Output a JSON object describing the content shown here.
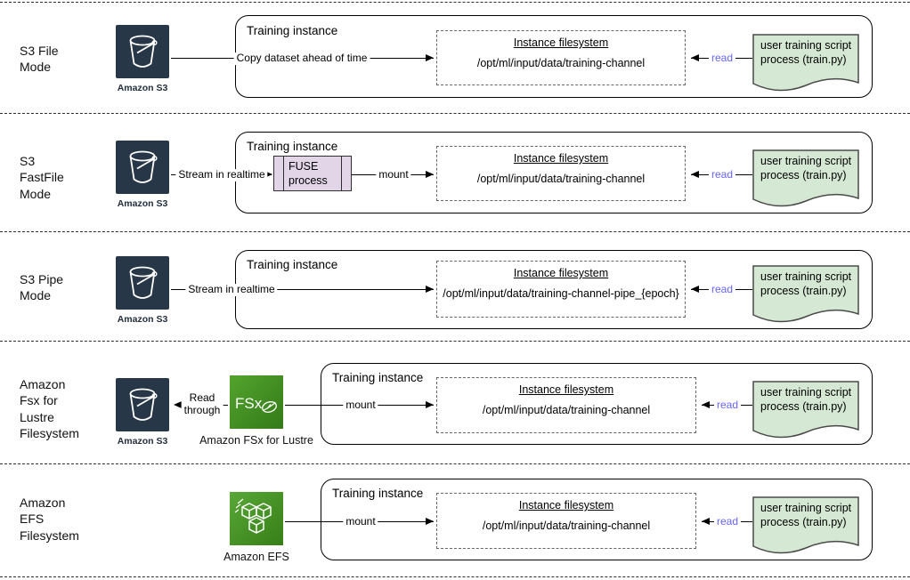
{
  "colors": {
    "read_label": "#6666FF",
    "document_fill": "#D5E8D4",
    "fuse_fill": "#E1D5E7",
    "s3_icon_bg": "#283747",
    "aws_green_light": "#53A42E",
    "aws_green_dark": "#337A18"
  },
  "shared": {
    "training_instance": "Training instance",
    "filesystem_title": "Instance filesystem",
    "read": "read",
    "script": "user training script\nprocess (train.py)",
    "s3_caption": "Amazon S3",
    "mount": "mount"
  },
  "rows": [
    {
      "label": "S3 File\nMode",
      "flow": "Copy dataset ahead of time",
      "path": "/opt/ml/input/data/training-channel"
    },
    {
      "label": "S3\nFastFile\nMode",
      "flow": "Stream in realtime",
      "fuse": "FUSE\nprocess",
      "mount": "mount",
      "path": "/opt/ml/input/data/training-channel"
    },
    {
      "label": "S3 Pipe\nMode",
      "flow": "Stream in realtime",
      "path": "/opt/ml/input/data/training-channel-pipe_{epoch}"
    },
    {
      "label": "Amazon\nFsx for\nLustre\nFilesystem",
      "read_through": "Read\nthrough",
      "mount": "mount",
      "source_caption": "Amazon FSx for Lustre",
      "path": "/opt/ml/input/data/training-channel"
    },
    {
      "label": "Amazon\nEFS\nFilesystem",
      "mount": "mount",
      "source_caption": "Amazon EFS",
      "path": "/opt/ml/input/data/training-channel"
    }
  ]
}
